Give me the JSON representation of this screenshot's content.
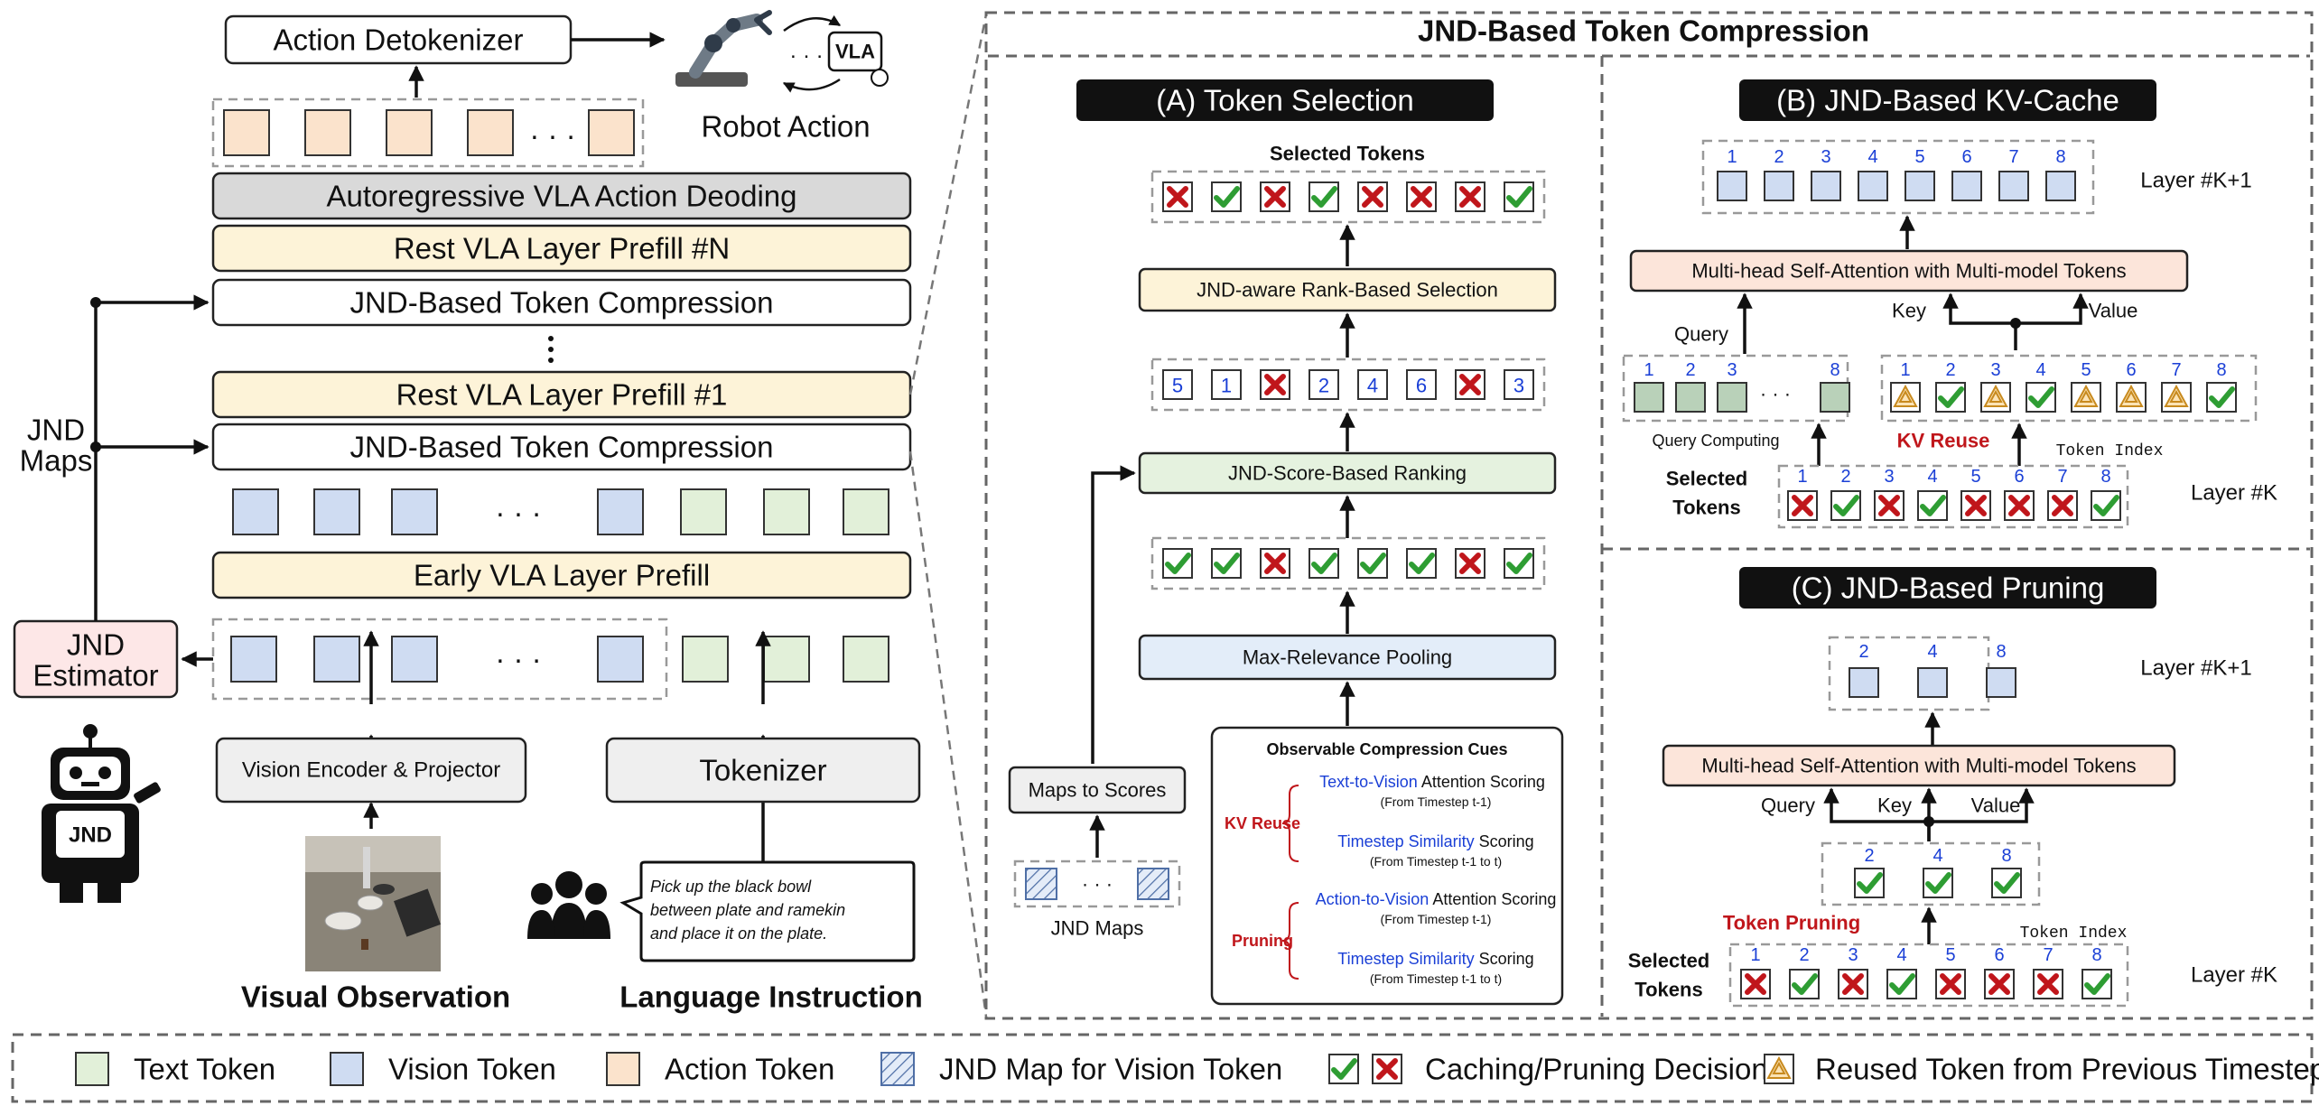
{
  "colors": {
    "text_token": "#e2f0d9",
    "vision_token": "#cfdcf2",
    "action_token": "#fbe3cc",
    "prefill_box": "#fdf3d8",
    "decode_box": "#d9d9d9",
    "gray_box": "#efefef",
    "green_box": "#e5f2df",
    "blue_box": "#e3edf9",
    "pink_box": "#fde7e7",
    "attn_box": "#fce5da",
    "check_green": "#2e9d33",
    "cross_red": "#c0161b",
    "index_blue": "#1a3fd6"
  },
  "left": {
    "action_detokenizer": "Action Detokenizer",
    "robot_action": "Robot Action",
    "vla_badge": "VLA",
    "dots": "· · ·",
    "decode": "Autoregressive VLA Action Deoding",
    "prefill_n": "Rest VLA Layer Prefill #N",
    "jnd_compress_top": "JND-Based Token Compression",
    "prefill_1": "Rest VLA Layer Prefill #1",
    "jnd_compress_bottom": "JND-Based Token Compression",
    "early_prefill": "Early VLA Layer Prefill",
    "jnd_maps_label_1": "JND",
    "jnd_maps_label_2": "Maps",
    "jnd_estimator_1": "JND",
    "jnd_estimator_2": "Estimator",
    "vision_encoder": "Vision Encoder & Projector",
    "tokenizer": "Tokenizer",
    "visual_observation": "Visual Observation",
    "language_instruction": "Language Instruction",
    "instruction_line_1": "Pick up the black bowl",
    "instruction_line_2": "between plate and ramekin",
    "instruction_line_3": "and place it on the plate.",
    "robot_badge": "JND"
  },
  "compression": {
    "title": "JND-Based Token Compression",
    "a": {
      "header": "(A) Token Selection",
      "selected_tokens": "Selected Tokens",
      "rank_selection": "JND-aware Rank-Based Selection",
      "score_ranking": "JND-Score-Based Ranking",
      "max_pooling": "Max-Relevance Pooling",
      "maps_to_scores": "Maps to Scores",
      "jnd_maps": "JND Maps",
      "rank_values": [
        "5",
        "1",
        "",
        "2",
        "4",
        "6",
        "",
        "3"
      ],
      "cues": {
        "title": "Observable Compression Cues",
        "kv_reuse": "KV Reuse",
        "pruning": "Pruning",
        "c1_blue": "Text-to-Vision",
        "c1_rest": " Attention Scoring",
        "c1_sub": "(From Timestep t-1)",
        "c2_blue": "Timestep Similarity",
        "c2_rest": " Scoring",
        "c2_sub": "(From Timestep t-1 to t)",
        "c3_blue": "Action-to-Vision",
        "c3_rest": " Attention Scoring",
        "c3_sub": "(From Timestep t-1)",
        "c4_blue": "Timestep Similarity",
        "c4_rest": " Scoring",
        "c4_sub": "(From Timestep t-1 to t)"
      }
    },
    "b": {
      "header": "(B) JND-Based KV-Cache",
      "top_indices": [
        "1",
        "2",
        "3",
        "4",
        "5",
        "6",
        "7",
        "8"
      ],
      "layer_k1": "Layer #K+1",
      "layer_k": "Layer #K",
      "attention": "Multi-head Self-Attention with Multi-model Tokens",
      "query": "Query",
      "key": "Key",
      "value": "Value",
      "query_indices": [
        "1",
        "2",
        "3",
        "8"
      ],
      "query_dots": "· · ·",
      "query_computing": "Query Computing",
      "kv_reuse": "KV Reuse",
      "token_index": "Token Index",
      "selected_1": "Selected",
      "selected_2": "Tokens",
      "kv_indices": [
        "1",
        "2",
        "3",
        "4",
        "5",
        "6",
        "7",
        "8"
      ],
      "bottom_indices": [
        "1",
        "2",
        "3",
        "4",
        "5",
        "6",
        "7",
        "8"
      ]
    },
    "c": {
      "header": "(C) JND-Based Pruning",
      "top_indices": [
        "2",
        "4",
        "8"
      ],
      "layer_k1": "Layer #K+1",
      "layer_k": "Layer #K",
      "attention": "Multi-head Self-Attention with Multi-model Tokens",
      "query": "Query",
      "key": "Key",
      "value": "Value",
      "mid_indices": [
        "2",
        "4",
        "8"
      ],
      "token_pruning": "Token Pruning",
      "token_index": "Token Index",
      "selected_1": "Selected",
      "selected_2": "Tokens",
      "bottom_indices": [
        "1",
        "2",
        "3",
        "4",
        "5",
        "6",
        "7",
        "8"
      ]
    }
  },
  "legend": {
    "text_token": "Text Token",
    "vision_token": "Vision Token",
    "action_token": "Action Token",
    "jnd_map": "JND Map for Vision Token",
    "decision": "Caching/Pruning Decision",
    "reused": "Reused Token from Previous Timestep"
  }
}
